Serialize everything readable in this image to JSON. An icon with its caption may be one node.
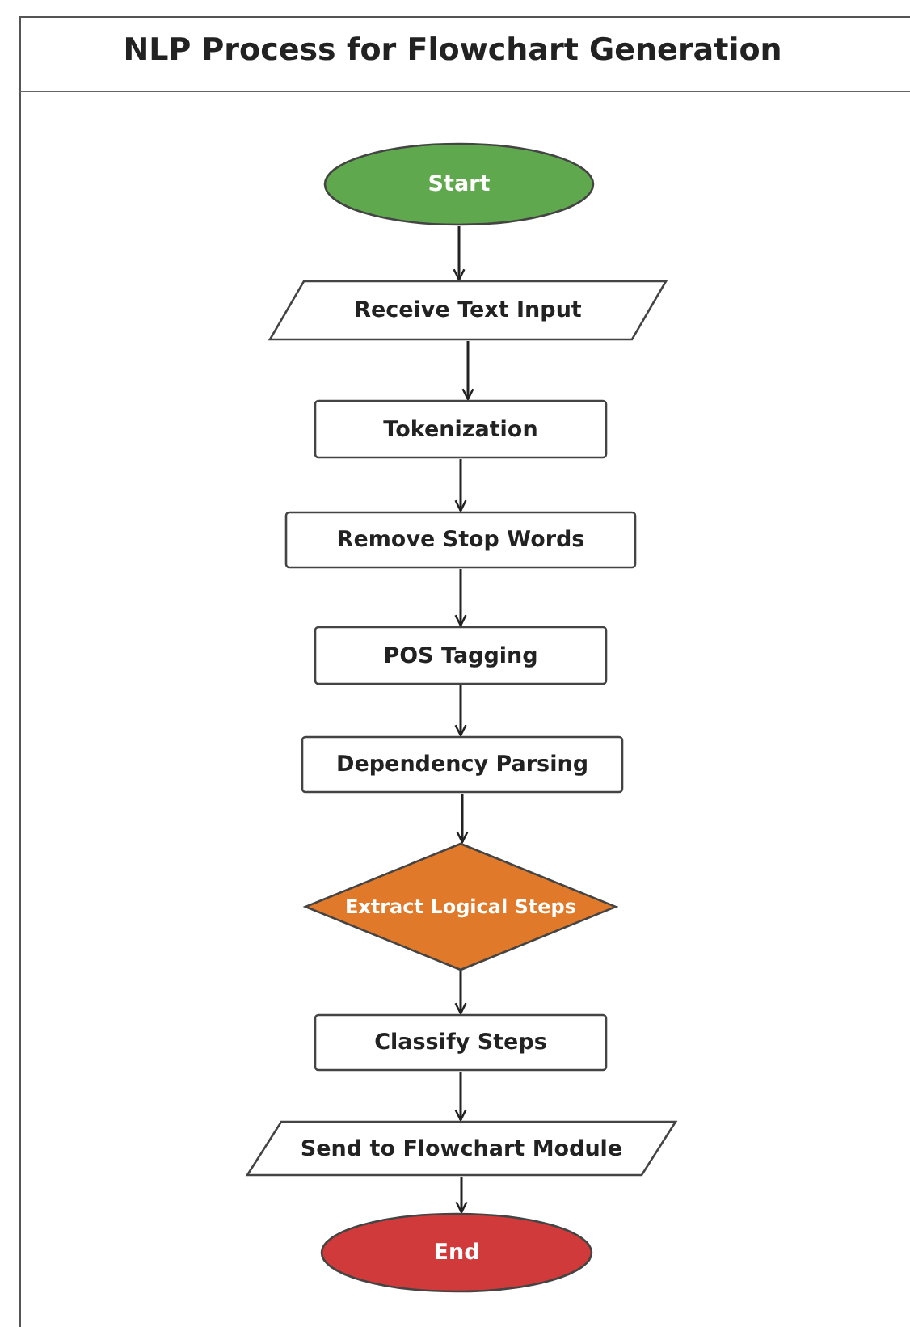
{
  "diagram": {
    "title": "NLP Process for Flowchart Generation",
    "nodes": [
      {
        "text": [
          "Start"
        ]
      },
      {
        "text": [
          "Receive Text Input"
        ]
      },
      {
        "text": [
          "Tokenization"
        ]
      },
      {
        "text": [
          "Remove Stop Words"
        ]
      },
      {
        "text": [
          "POS Tagging"
        ]
      },
      {
        "text": [
          "Dependency Parsing"
        ]
      },
      {
        "text": [
          "Extract Logical Steps"
        ]
      },
      {
        "text": [
          "Classify Steps"
        ]
      },
      {
        "text": [
          "Send to Flowchart Module"
        ]
      },
      {
        "text": [
          "End"
        ]
      }
    ],
    "edges": [
      {
        "from": 0,
        "to": 1,
        "arrow": "to"
      },
      {
        "from": 1,
        "to": 2,
        "arrow": "to"
      },
      {
        "from": 2,
        "to": 3,
        "arrow": "to"
      },
      {
        "from": 3,
        "to": 4,
        "arrow": "to"
      },
      {
        "from": 4,
        "to": 5,
        "arrow": "to"
      },
      {
        "from": 5,
        "to": 6,
        "arrow": "to"
      },
      {
        "from": 6,
        "to": 7,
        "arrow": "to"
      },
      {
        "from": 7,
        "to": 8,
        "arrow": "to"
      },
      {
        "from": 8,
        "to": 9,
        "arrow": "to"
      }
    ]
  }
}
